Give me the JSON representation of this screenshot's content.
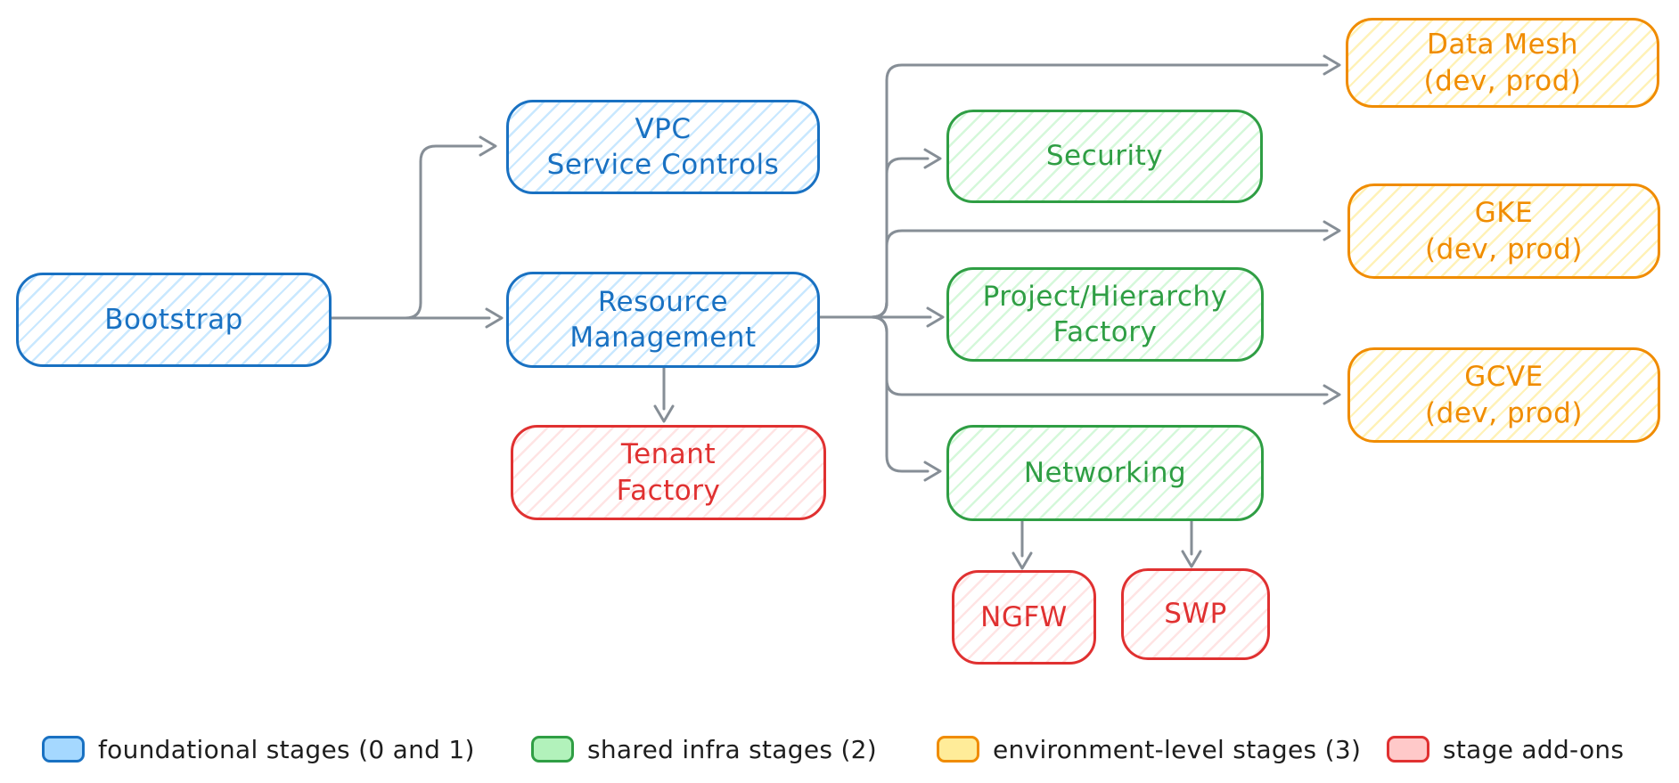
{
  "diagram_title": "",
  "palette": {
    "blue": {
      "stroke": "#1971c2",
      "fill": "#a5d8ff"
    },
    "green": {
      "stroke": "#2f9e44",
      "fill": "#b2f2bb"
    },
    "orange": {
      "stroke": "#f08c00",
      "fill": "#ffec99"
    },
    "red": {
      "stroke": "#e03131",
      "fill": "#ffc9c9"
    },
    "arrow": "#868e96",
    "legend_text": "#1e1e1e"
  },
  "nodes": {
    "bootstrap": {
      "lines": [
        "Bootstrap"
      ],
      "category": "foundational"
    },
    "vpc": {
      "lines": [
        "VPC",
        "Service Controls"
      ],
      "category": "foundational"
    },
    "resource": {
      "lines": [
        "Resource",
        "Management"
      ],
      "category": "foundational"
    },
    "tenant": {
      "lines": [
        "Tenant",
        "Factory"
      ],
      "category": "stage-add-on"
    },
    "security": {
      "lines": [
        "Security"
      ],
      "category": "shared-infra"
    },
    "ph": {
      "lines": [
        "Project/Hierarchy",
        "Factory"
      ],
      "category": "shared-infra"
    },
    "networking": {
      "lines": [
        "Networking"
      ],
      "category": "shared-infra"
    },
    "ngfw": {
      "lines": [
        "NGFW"
      ],
      "category": "stage-add-on"
    },
    "swp": {
      "lines": [
        "SWP"
      ],
      "category": "stage-add-on"
    },
    "datamesh": {
      "lines": [
        "Data Mesh",
        "(dev, prod)"
      ],
      "category": "environment-level"
    },
    "gke": {
      "lines": [
        "GKE",
        "(dev, prod)"
      ],
      "category": "environment-level"
    },
    "gcve": {
      "lines": [
        "GCVE",
        "(dev, prod)"
      ],
      "category": "environment-level"
    }
  },
  "edges": [
    {
      "from": "Bootstrap",
      "to": "VPC Service Controls"
    },
    {
      "from": "Bootstrap",
      "to": "Resource Management"
    },
    {
      "from": "Resource Management",
      "to": "Tenant Factory"
    },
    {
      "from": "Resource Management",
      "to": "Data Mesh (dev, prod)"
    },
    {
      "from": "Resource Management",
      "to": "Security"
    },
    {
      "from": "Resource Management",
      "to": "GKE (dev, prod)"
    },
    {
      "from": "Resource Management",
      "to": "Project/Hierarchy Factory"
    },
    {
      "from": "Resource Management",
      "to": "GCVE (dev, prod)"
    },
    {
      "from": "Resource Management",
      "to": "Networking"
    },
    {
      "from": "Networking",
      "to": "NGFW"
    },
    {
      "from": "Networking",
      "to": "SWP"
    }
  ],
  "legend": {
    "items": [
      {
        "label": "foundational stages (0 and 1)",
        "color": "blue"
      },
      {
        "label": "shared infra stages (2)",
        "color": "green"
      },
      {
        "label": "environment-level stages (3)",
        "color": "orange"
      },
      {
        "label": "stage add-ons",
        "color": "red"
      }
    ]
  }
}
